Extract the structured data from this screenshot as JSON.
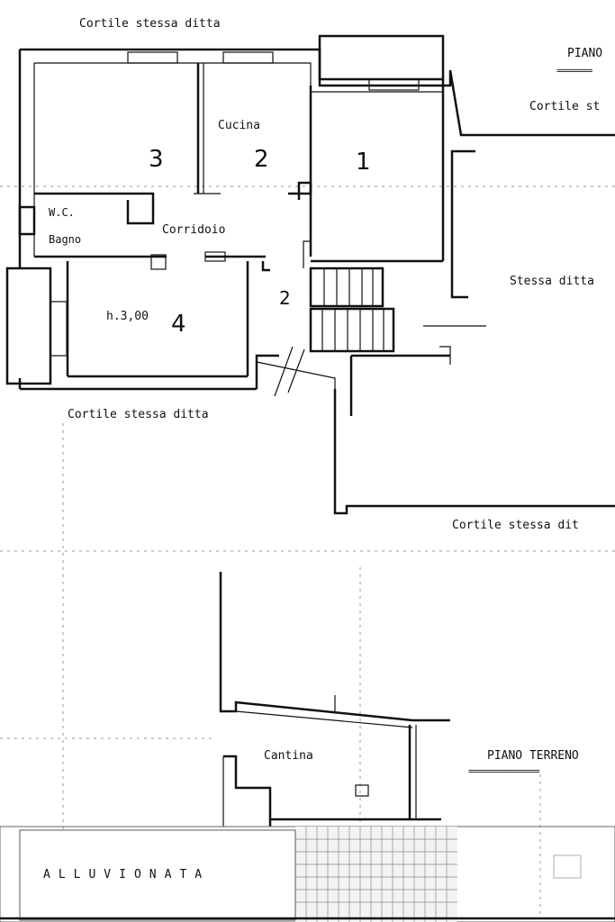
{
  "labels": {
    "cortile_top": "Cortile stessa ditta",
    "piano_top": "PIANO",
    "piano_top_rule": "=======",
    "cortile_right_top": "Cortile st",
    "cucina": "Cucina",
    "wc": "W.C.",
    "bagno": "Bagno",
    "corridoio": "Corridoio",
    "height": "h.3,00",
    "stessa_ditta": "Stessa ditta",
    "cortile_bottom_left": "Cortile stessa ditta",
    "cortile_bottom_right": "Cortile stessa dit",
    "cantina": "Cantina",
    "piano_terreno": "PIANO TERRENO",
    "piano_terreno_rule": "==============",
    "alluvionata": "ALLUVIONATA"
  },
  "room_numbers": {
    "room_1": "1",
    "room_2": "2",
    "room_3": "3",
    "room_4": "4",
    "stair": "2"
  }
}
